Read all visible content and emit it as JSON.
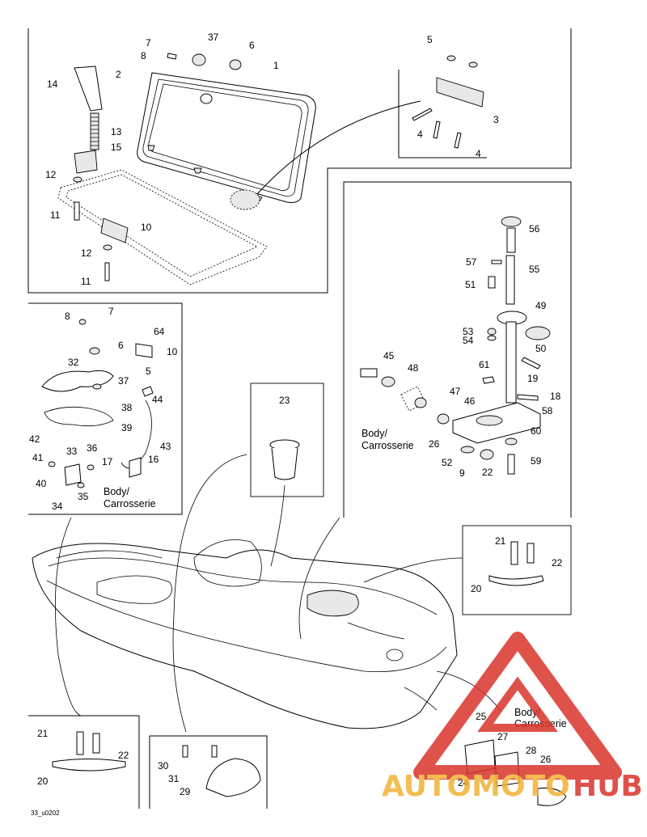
{
  "diagram_code": "33_u0202",
  "notes": [
    {
      "line1": "Body/",
      "line2": "Carrosserie"
    },
    {
      "line1": "Body/",
      "line2": "Carrosserie"
    },
    {
      "line1": "Body/",
      "line2": "Carrosserie"
    }
  ],
  "watermark": {
    "part1": "AUTOMOTO",
    "part2": "HUB"
  },
  "callouts": [
    "7",
    "37",
    "6",
    "1",
    "8",
    "2",
    "14",
    "13",
    "15",
    "12",
    "11",
    "10",
    "12",
    "11",
    "5",
    "3",
    "4",
    "4",
    "7",
    "8",
    "64",
    "6",
    "10",
    "5",
    "32",
    "37",
    "38",
    "44",
    "39",
    "42",
    "43",
    "33",
    "36",
    "41",
    "16",
    "17",
    "40",
    "35",
    "34",
    "23",
    "56",
    "57",
    "55",
    "51",
    "49",
    "53",
    "54",
    "50",
    "45",
    "48",
    "61",
    "19",
    "47",
    "18",
    "46",
    "58",
    "26",
    "60",
    "52",
    "9",
    "22",
    "59",
    "21",
    "22",
    "20",
    "21",
    "22",
    "20",
    "30",
    "31",
    "29",
    "25",
    "27",
    "28",
    "26",
    "24"
  ]
}
